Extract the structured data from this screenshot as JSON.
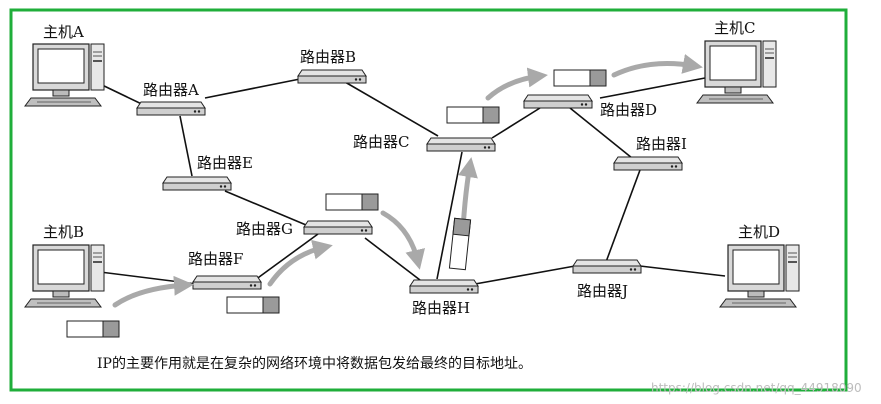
{
  "colors": {
    "frame": "#1fae3a",
    "arrow": "#a9a9a9",
    "link": "#111111",
    "packet_fill": "#ffffff",
    "packet_tail": "#9a9a9a"
  },
  "hosts": {
    "a": {
      "label": "主机A",
      "icon": "desktop-computer-icon"
    },
    "b": {
      "label": "主机B",
      "icon": "desktop-computer-icon"
    },
    "c": {
      "label": "主机C",
      "icon": "desktop-computer-icon"
    },
    "d": {
      "label": "主机D",
      "icon": "desktop-computer-icon"
    }
  },
  "routers": {
    "a": {
      "label": "路由器A",
      "icon": "router-icon"
    },
    "b": {
      "label": "路由器B",
      "icon": "router-icon"
    },
    "c": {
      "label": "路由器C",
      "icon": "router-icon"
    },
    "d": {
      "label": "路由器D",
      "icon": "router-icon"
    },
    "e": {
      "label": "路由器E",
      "icon": "router-icon"
    },
    "f": {
      "label": "路由器F",
      "icon": "router-icon"
    },
    "g": {
      "label": "路由器G",
      "icon": "router-icon"
    },
    "h": {
      "label": "路由器H",
      "icon": "router-icon"
    },
    "i": {
      "label": "路由器I",
      "icon": "router-icon"
    },
    "j": {
      "label": "路由器J",
      "icon": "router-icon"
    }
  },
  "caption": "IP的主要作用就是在复杂的网络环境中将数据包发给最终的目标地址。",
  "watermark": "https://blog.csdn.net/qq_44918090"
}
